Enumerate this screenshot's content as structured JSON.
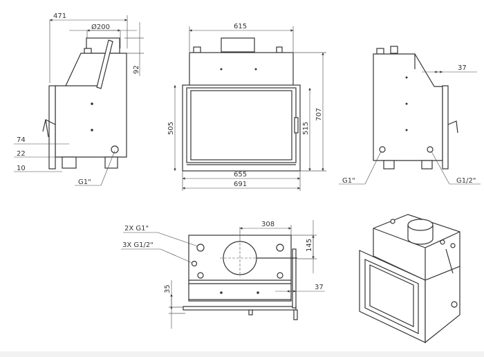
{
  "side_view_left": {
    "dim_depth": "471",
    "dim_flue": "Ø200",
    "dim_flue_height": "92",
    "dim_74": "74",
    "dim_22": "22",
    "dim_10": "10",
    "connection": "G1\""
  },
  "front_view": {
    "dim_top": "615",
    "dim_height_frame": "505",
    "dim_height_door": "515",
    "dim_height_total": "707",
    "dim_width_inner": "655",
    "dim_width_total": "691"
  },
  "side_view_right": {
    "dim_37": "37",
    "connection_left": "G1\"",
    "connection_right": "G1/2\""
  },
  "top_view": {
    "label_g1": "2X G1\"",
    "label_g12": "3X G1/2\"",
    "dim_308": "308",
    "dim_145": "145",
    "dim_35": "35",
    "dim_37": "37"
  }
}
